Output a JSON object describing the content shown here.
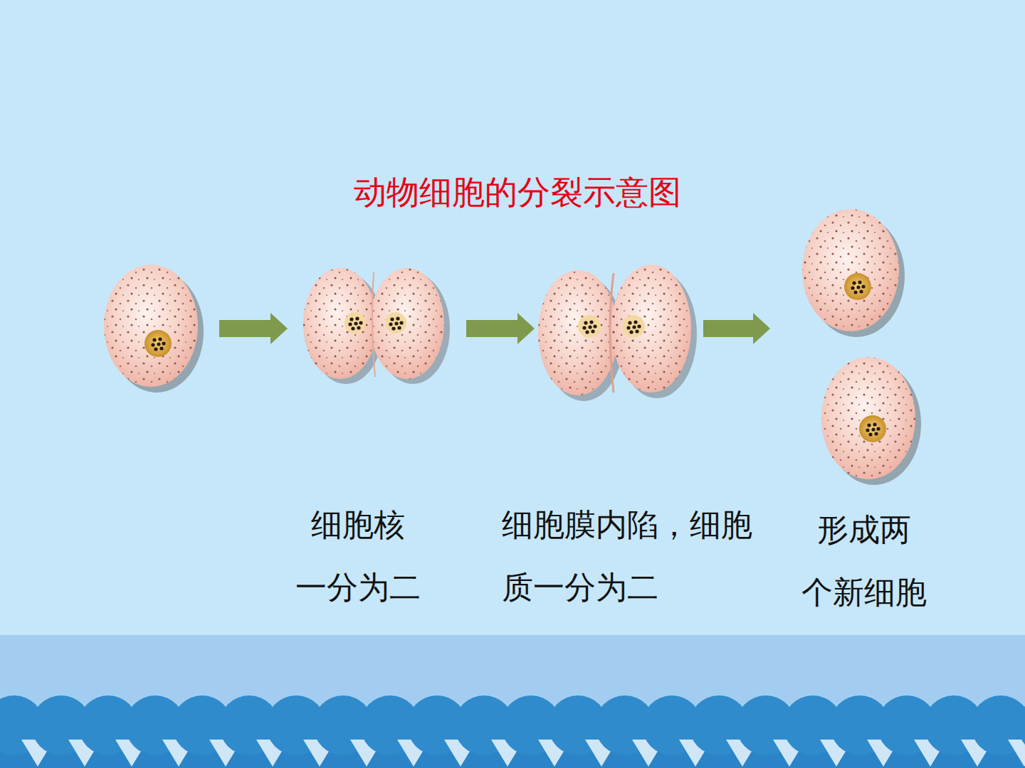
{
  "diagram": {
    "title": "动物细胞的分裂示意图",
    "labels": [
      "细胞核 一分为二",
      "细胞膜内陷，细胞 质一分为二",
      "形成两 个新细胞"
    ]
  }
}
